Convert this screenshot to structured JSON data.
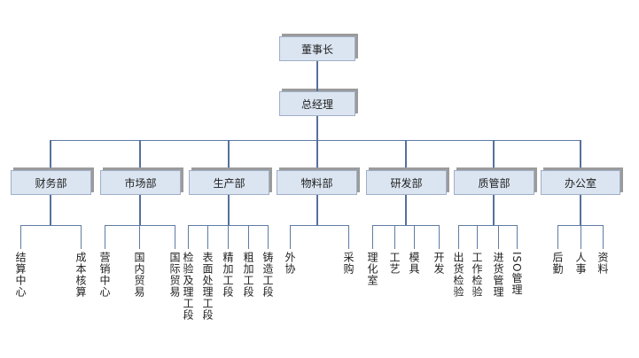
{
  "diagram": {
    "type": "org-chart",
    "root": {
      "label": "董事长"
    },
    "manager": {
      "label": "总经理"
    },
    "departments": [
      {
        "label": "财务部",
        "children": [
          "结算中心",
          "成本核算"
        ]
      },
      {
        "label": "市场部",
        "children": [
          "营销中心",
          "国内贸易",
          "国际贸易"
        ]
      },
      {
        "label": "生产部",
        "children": [
          "检验及理工段",
          "表面处理工段",
          "精加工段",
          "粗加工段",
          "铸造工段"
        ]
      },
      {
        "label": "物料部",
        "children": [
          "外协",
          "采购"
        ]
      },
      {
        "label": "研发部",
        "children": [
          "理化室",
          "工艺",
          "模具",
          "开发"
        ]
      },
      {
        "label": "质管部",
        "children": [
          "出货检验",
          "工作检验",
          "进货管理",
          "ISO管理"
        ]
      },
      {
        "label": "办公室",
        "children": [
          "后勤",
          "人事",
          "资料"
        ]
      }
    ],
    "colors": {
      "box_fill": "#dbe5f1",
      "box_border": "#9fafc9",
      "box_shadow": "#9b9b9b",
      "connector": "#54719d",
      "text": "#1f1f1f",
      "background": "#ffffff"
    }
  }
}
